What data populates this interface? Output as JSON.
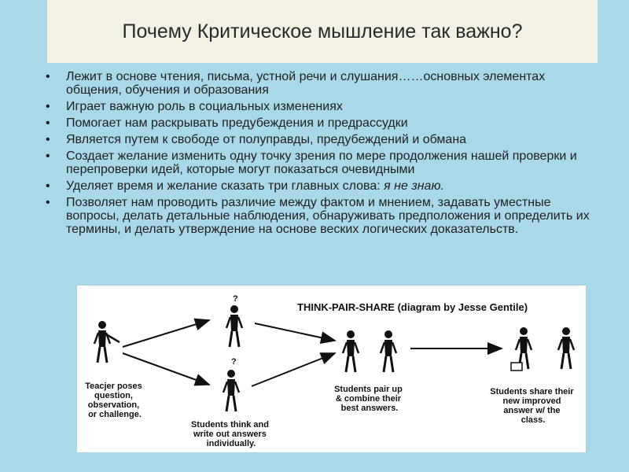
{
  "title": "Почему Критическое мышление так важно?",
  "bullets": [
    {
      "text": "Лежит в основе чтения, письма, устной речи и слушания……основных элементах общения, обучения и образования"
    },
    {
      "text": "Играет важную роль в социальных изменениях"
    },
    {
      "text": "Помогает нам раскрывать предубеждения и предрассудки"
    },
    {
      "text": "Является путем к свободе от полуправды, предубеждений и обмана"
    },
    {
      "text": "Создает желание изменить одну точку зрения по мере продолжения нашей проверки и перепроверки идей, которые могут показаться очевидными"
    },
    {
      "text": "Уделяет время и желание сказать три главных слова: ",
      "emphasis": "я не знаю."
    },
    {
      "text": "Позволяет нам проводить различие между фактом и мнением, задавать уместные вопросы, делать детальные наблюдения, обнаруживать предположения и определить их термины, и делать утверждение на основе веских логических доказательств."
    }
  ],
  "diagram": {
    "title": "THINK-PAIR-SHARE (diagram by Jesse Gentile)",
    "teacher": [
      "Teacjer poses",
      "question,",
      "observation,",
      "or challenge."
    ],
    "think": [
      "Students think and",
      "write out answers",
      "individually."
    ],
    "pair": [
      "Students pair up",
      "& combine their",
      "best answers."
    ],
    "share": [
      "Students share their",
      "new improved",
      "answer w/ the",
      "class."
    ],
    "question_mark": "?"
  }
}
